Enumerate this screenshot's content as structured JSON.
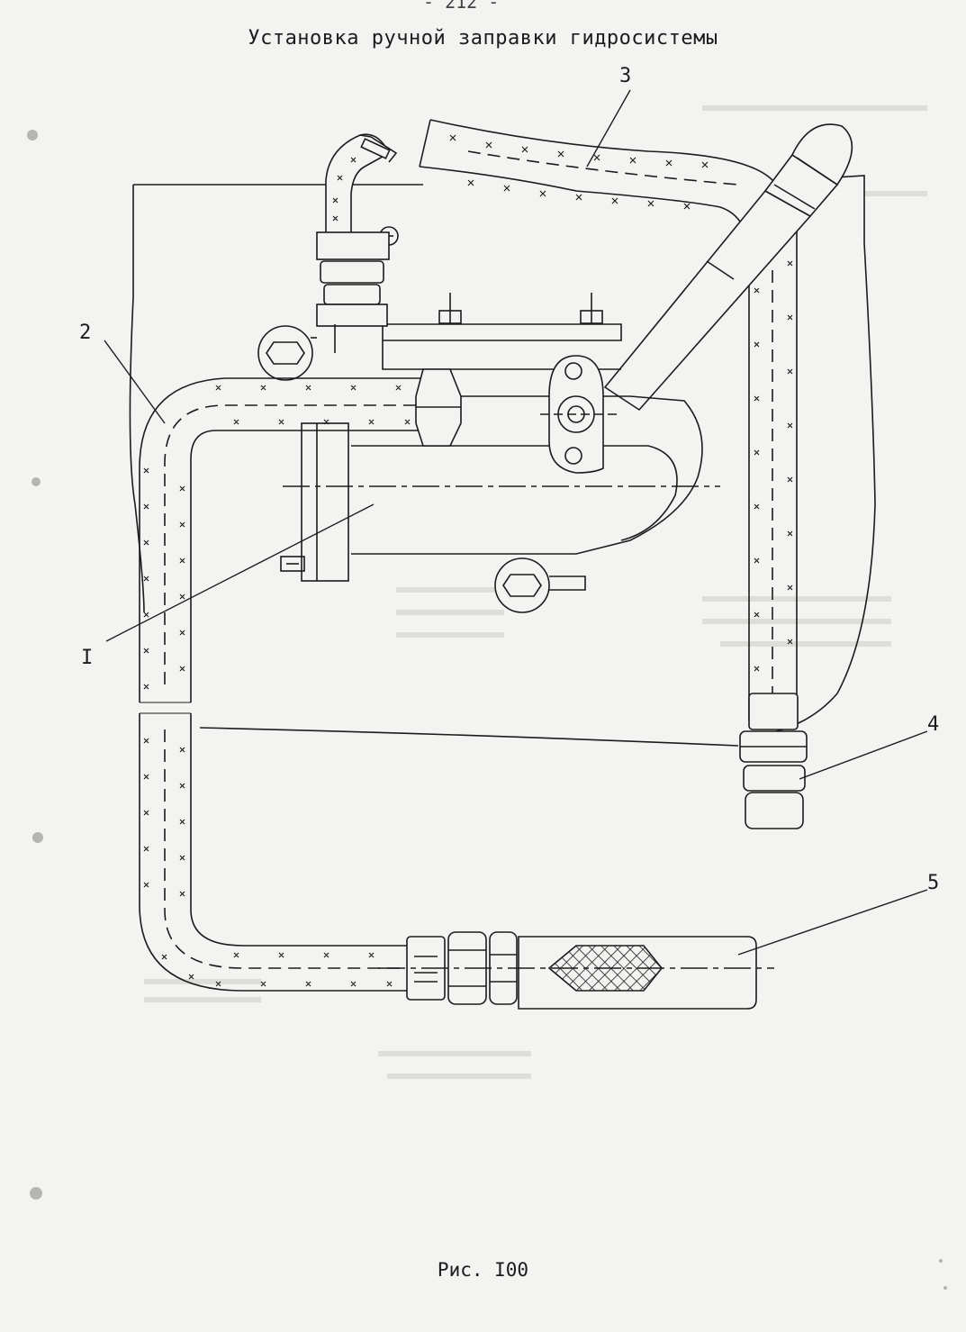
{
  "header": {
    "fragment": "- 212 -",
    "title": "Установка ручной заправки гидросистемы"
  },
  "callouts": {
    "c1": "I",
    "c2": "2",
    "c3": "3",
    "c4": "4",
    "c5": "5"
  },
  "caption": "Рис. I00",
  "colors": {
    "ink": "#1c1c1c",
    "paper": "#f3f3f1",
    "bleed": "#c9c9c6"
  }
}
